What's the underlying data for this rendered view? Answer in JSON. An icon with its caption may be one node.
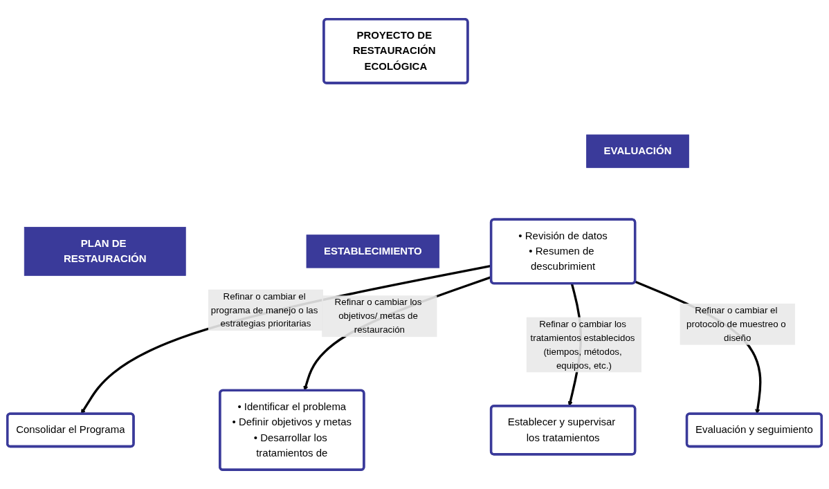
{
  "diagram": {
    "nodes": [
      {
        "text": [
          "PROYECTO DE RESTAURACIÓN ECOLÓGICA"
        ]
      },
      {
        "text": [
          "PLAN DE RESTAURACIÓN"
        ]
      },
      {
        "text": [
          "ESTABLECIMIENTO"
        ]
      },
      {
        "text": [
          "EVALUACIÓN"
        ]
      },
      {
        "text": [
          "Consolidar el Programa"
        ]
      },
      {
        "text": [
          "• Identificar el problema",
          "• Definir objetivos y metas",
          "• Desarrollar los tratamientos de"
        ]
      },
      {
        "text": [
          "Establecer y supervisar los tratamientos"
        ]
      },
      {
        "text": [
          "Evaluación y seguimiento"
        ]
      },
      {
        "text": [
          "• Revisión de datos",
          "• Resumen de descubrimient"
        ]
      }
    ],
    "edges": [
      {
        "from": 8,
        "to": 7,
        "arrow": "to",
        "label": "Refinar o cambiar el protocolo de muestreo o diseño"
      },
      {
        "from": 8,
        "to": 6,
        "arrow": "to",
        "label": "Refinar o cambiar los tratamientos establecidos (tiempos, métodos, equipos, etc.)"
      },
      {
        "from": 8,
        "to": 5,
        "arrow": "to",
        "label": "Refinar o cambiar los objetivos/ metas de restauración"
      },
      {
        "from": 8,
        "to": 4,
        "arrow": "to",
        "label": "Refinar o cambiar el programa de manejo o las estrategias prioritarias"
      }
    ]
  }
}
